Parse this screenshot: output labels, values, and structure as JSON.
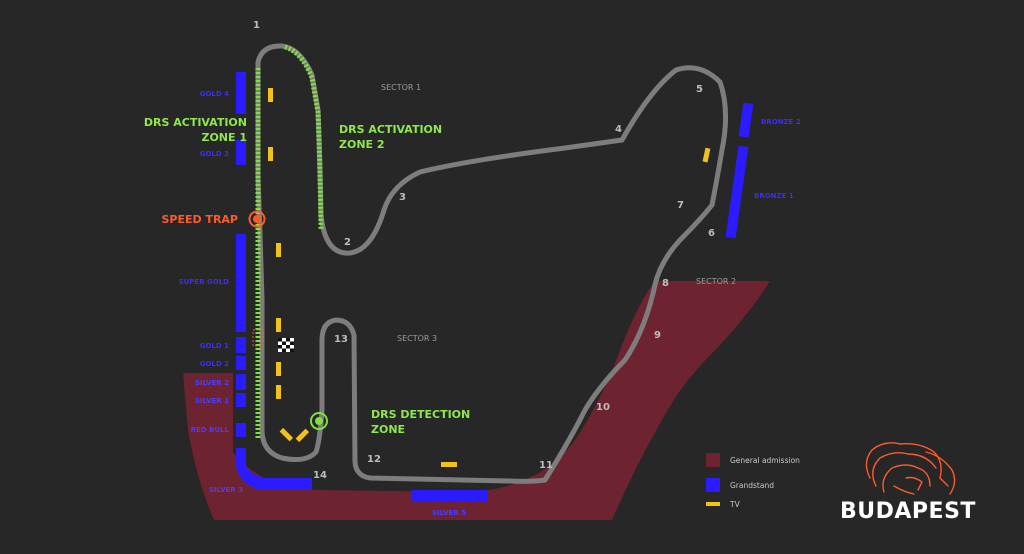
{
  "colors": {
    "background": "#272727",
    "track": "#7d7d7d",
    "general_admission": "#6e2330",
    "grandstand": "#2a1cff",
    "tv": "#f2c21b",
    "drs": "#7fe040",
    "speed_trap": "#ff5a2a"
  },
  "turns": [
    "1",
    "2",
    "3",
    "4",
    "5",
    "6",
    "7",
    "8",
    "9",
    "10",
    "11",
    "12",
    "13",
    "14"
  ],
  "sectors": [
    "SECTOR 1",
    "SECTOR 2",
    "SECTOR 3"
  ],
  "grandstands": {
    "gold4": "GOLD 4",
    "gold3": "GOLD 3",
    "super_gold": "SUPER GOLD",
    "gold1": "GOLD 1",
    "gold2": "GOLD 2",
    "silver2": "SILVER 2",
    "silver1": "SILVER 1",
    "red_bull": "RED BULL",
    "silver3": "SILVER 3",
    "silver5": "SILVER 5",
    "bronze2": "BRONZE 2",
    "bronze1": "BRONZE 1"
  },
  "drs": {
    "zone1_line1": "DRS ACTIVATION",
    "zone1_line2": "ZONE 1",
    "zone2_line1": "DRS ACTIVATION",
    "zone2_line2": "ZONE 2",
    "detection_line1": "DRS DETECTION",
    "detection_line2": "ZONE"
  },
  "speed_trap": "SPEED TRAP",
  "legend": {
    "general_admission": "General admission",
    "grandstand": "Grandstand",
    "tv": "TV"
  },
  "brand": {
    "name": "BUDAPEST",
    "logo_icon": "lion-head-icon"
  }
}
